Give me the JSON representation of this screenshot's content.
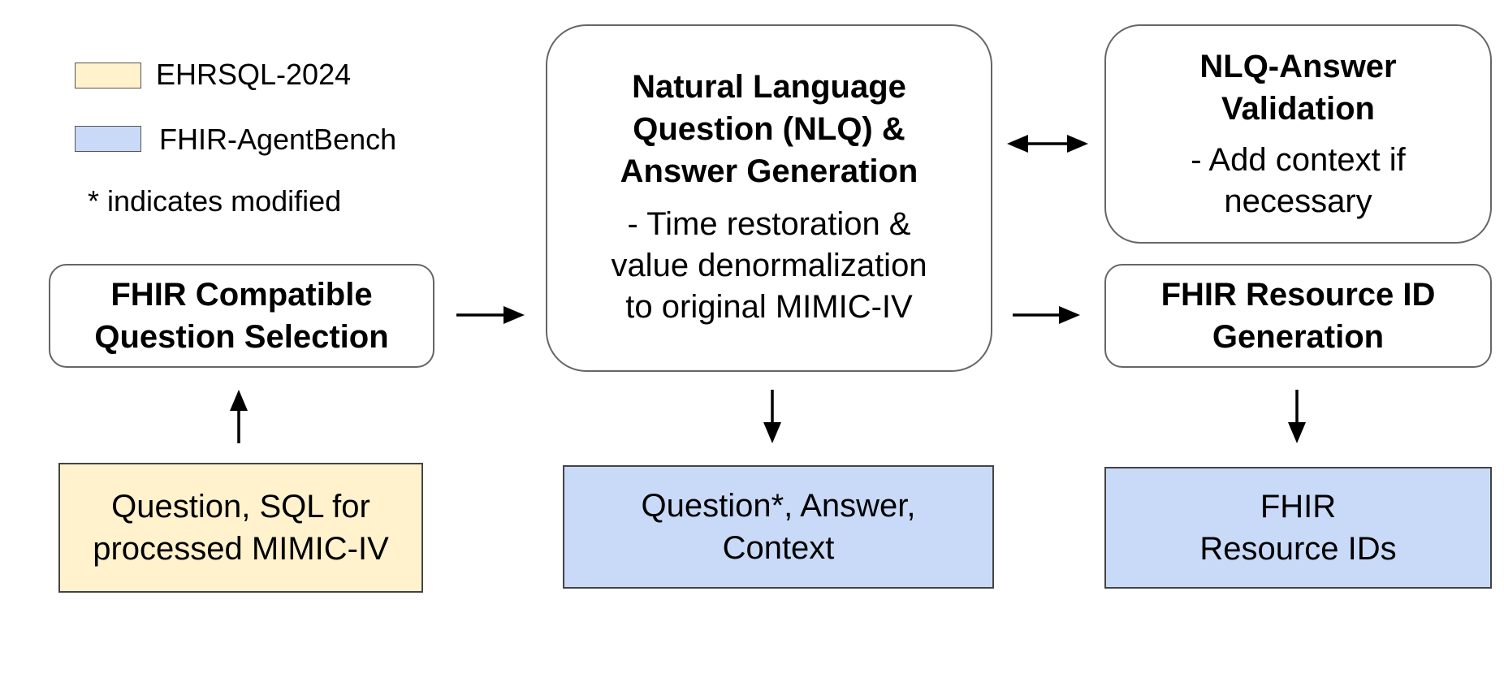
{
  "legend": {
    "ehrsql_label": "EHRSQL-2024",
    "fhir_label": "FHIR-AgentBench",
    "modified_note": "* indicates modified"
  },
  "nodes": {
    "question_selection": {
      "title": "FHIR Compatible\nQuestion Selection"
    },
    "nlq_generation": {
      "title": "Natural Language\nQuestion (NLQ) &\nAnswer Generation",
      "note": "- Time restoration &\nvalue denormalization\nto original MIMIC-IV"
    },
    "nlq_validation": {
      "title": "NLQ-Answer\nValidation",
      "note": "- Add context if\nnecessary"
    },
    "resource_id_generation": {
      "title": "FHIR Resource ID\nGeneration"
    },
    "source_data": {
      "text": "Question, SQL for\nprocessed MIMIC-IV"
    },
    "output_qa": {
      "text": "Question*, Answer,\nContext"
    },
    "output_ids": {
      "text": "FHIR\nResource IDs"
    }
  },
  "colors": {
    "ehrsql_fill": "#fff2cc",
    "fhir_fill": "#c9daf8",
    "box_border": "#666666",
    "arrow": "#000000"
  }
}
